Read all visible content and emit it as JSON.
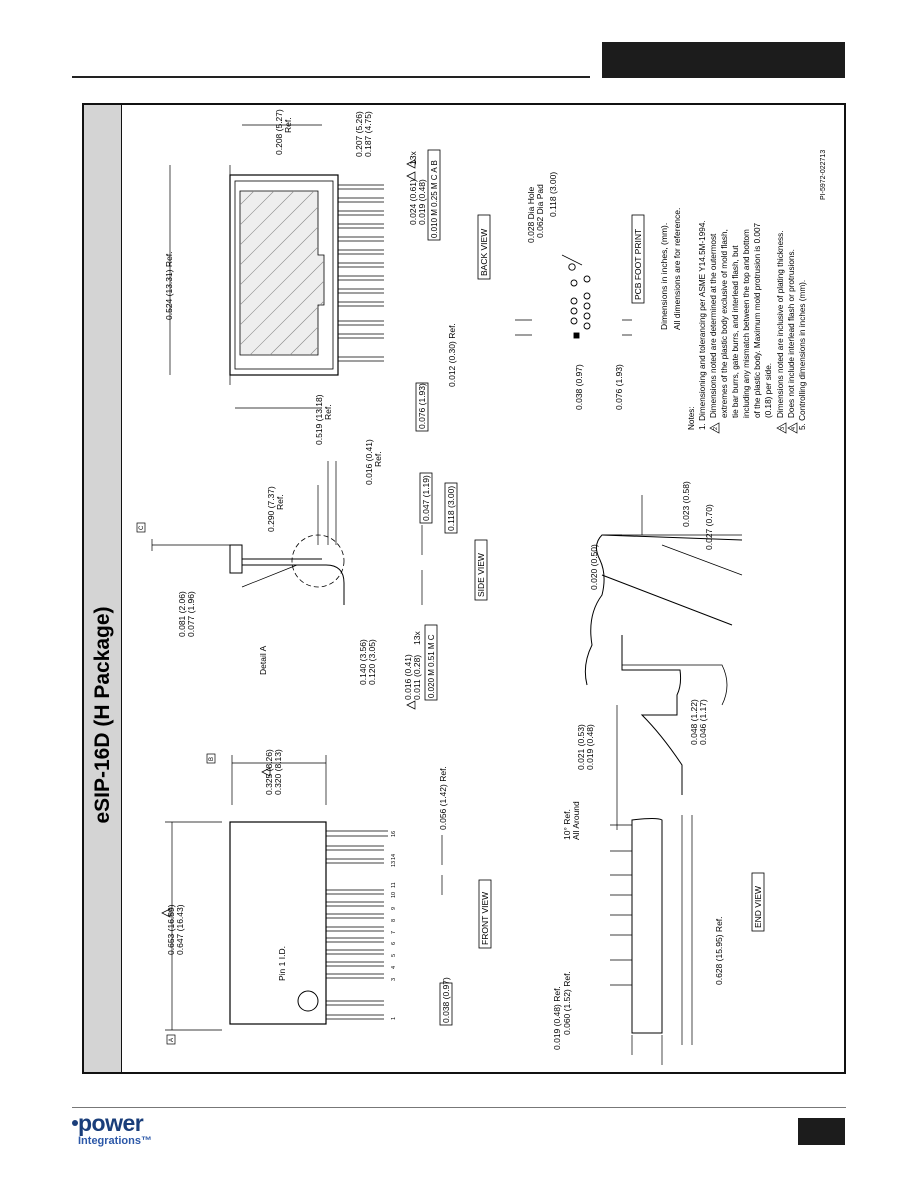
{
  "title": "eSIP-16D (H Package)",
  "drawing_id": "PI-5972-022713",
  "views": {
    "front": "FRONT VIEW",
    "side": "SIDE VIEW",
    "back": "BACK VIEW",
    "end": "END VIEW",
    "pcb": "PCB FOOT PRINT"
  },
  "front": {
    "len_a": "0.653 (16.59)",
    "len_b": "0.647 (16.43)",
    "wid_a": "0.325 (8.26)",
    "wid_b": "0.320 (8.13)",
    "pin1": "Pin 1 I.D.",
    "lead_ext": "0.056 (1.42) Ref.",
    "pitch": "0.038 (0.97)",
    "datum_a": "A",
    "datum_b": "B",
    "note_mark": "3",
    "pins": [
      "1",
      "3",
      "4",
      "5",
      "6",
      "7",
      "8",
      "9",
      "10",
      "11",
      "13",
      "14",
      "16"
    ]
  },
  "side": {
    "detail": "Detail A",
    "th_a": "0.081 (2.06)",
    "th_b": "0.077 (1.96)",
    "lead_a": "0.140 (3.56)",
    "lead_b": "0.120 (3.05)",
    "lw_a": "0.016 (0.41)",
    "lw_b": "0.011 (0.28)",
    "count": "13x",
    "tol": "0.020 M 0.51 M C",
    "ht": "0.290 (7.37)",
    "ht_ref": "Ref.",
    "lt": "0.016 (0.41)",
    "lt_ref": "Ref.",
    "b1": "0.047 (1.19)",
    "b2": "0.118 (3.00)",
    "datum_c": "C"
  },
  "back": {
    "w": "0.524 (13.31) Ref.",
    "h": "0.519 (13.18)",
    "h_ref": "Ref.",
    "r_a": "0.208 (5.27)",
    "r_ref": "Ref.",
    "t_a": "0.207 (5.26)",
    "t_b": "0.187 (4.75)",
    "p_a": "0.024 (0.61)",
    "p_b": "0.019 (0.48)",
    "p_count": "13x",
    "p_tol": "0.010 M 0.25 M C A B",
    "b1": "0.076 (1.93)",
    "b2": "0.012 (0.30) Ref."
  },
  "end": {
    "draft": "10° Ref.",
    "draft2": "All Around",
    "w_a": "0.021 (0.53)",
    "w_b": "0.019 (0.48)",
    "t_a": "0.048 (1.22)",
    "t_b": "0.046 (1.17)",
    "len": "0.628 (15.95) Ref.",
    "e1": "0.019 (0.48) Ref.",
    "e2": "0.060 (1.52) Ref."
  },
  "detail": {
    "a": "0.020 (0.50)",
    "b": "0.023 (0.58)",
    "c": "0.027 (0.70)"
  },
  "pcb": {
    "hole": "0.028 Dia Hole",
    "pad": "0.062 Dia Pad",
    "sp": "0.118 (3.00)",
    "p1": "0.038 (0.97)",
    "p2": "0.076 (1.93)",
    "units1": "Dimensions in inches, (mm).",
    "units2": "All dimensions are for reference."
  },
  "notes": {
    "heading": "Notes:",
    "n1": "1. Dimensioning and tolerancing per ASME Y14.5M-1994.",
    "n2a": "Dimensions noted are determined at the outermost",
    "n2b": "extremes of the plastic body exclusive of mold flash,",
    "n2c": "tie bar burrs, gate burrs, and interlead flash, but",
    "n2d": "including any mismatch between the top and bottom",
    "n2e": "of the plastic body. Maximum mold protrusion is 0.007",
    "n2f": "(0.18) per side.",
    "n3": "Dimensions noted are inclusive of plating thickness.",
    "n4": "Does not include interlead flash or protrusions.",
    "n5": "5. Controlling dimensions in inches (mm).",
    "m2": "2",
    "m3": "3",
    "m4": "4"
  },
  "colors": {
    "header_block": "#1c1c1c",
    "band": "#d4d4d4",
    "logo": "#1a3e7a"
  }
}
